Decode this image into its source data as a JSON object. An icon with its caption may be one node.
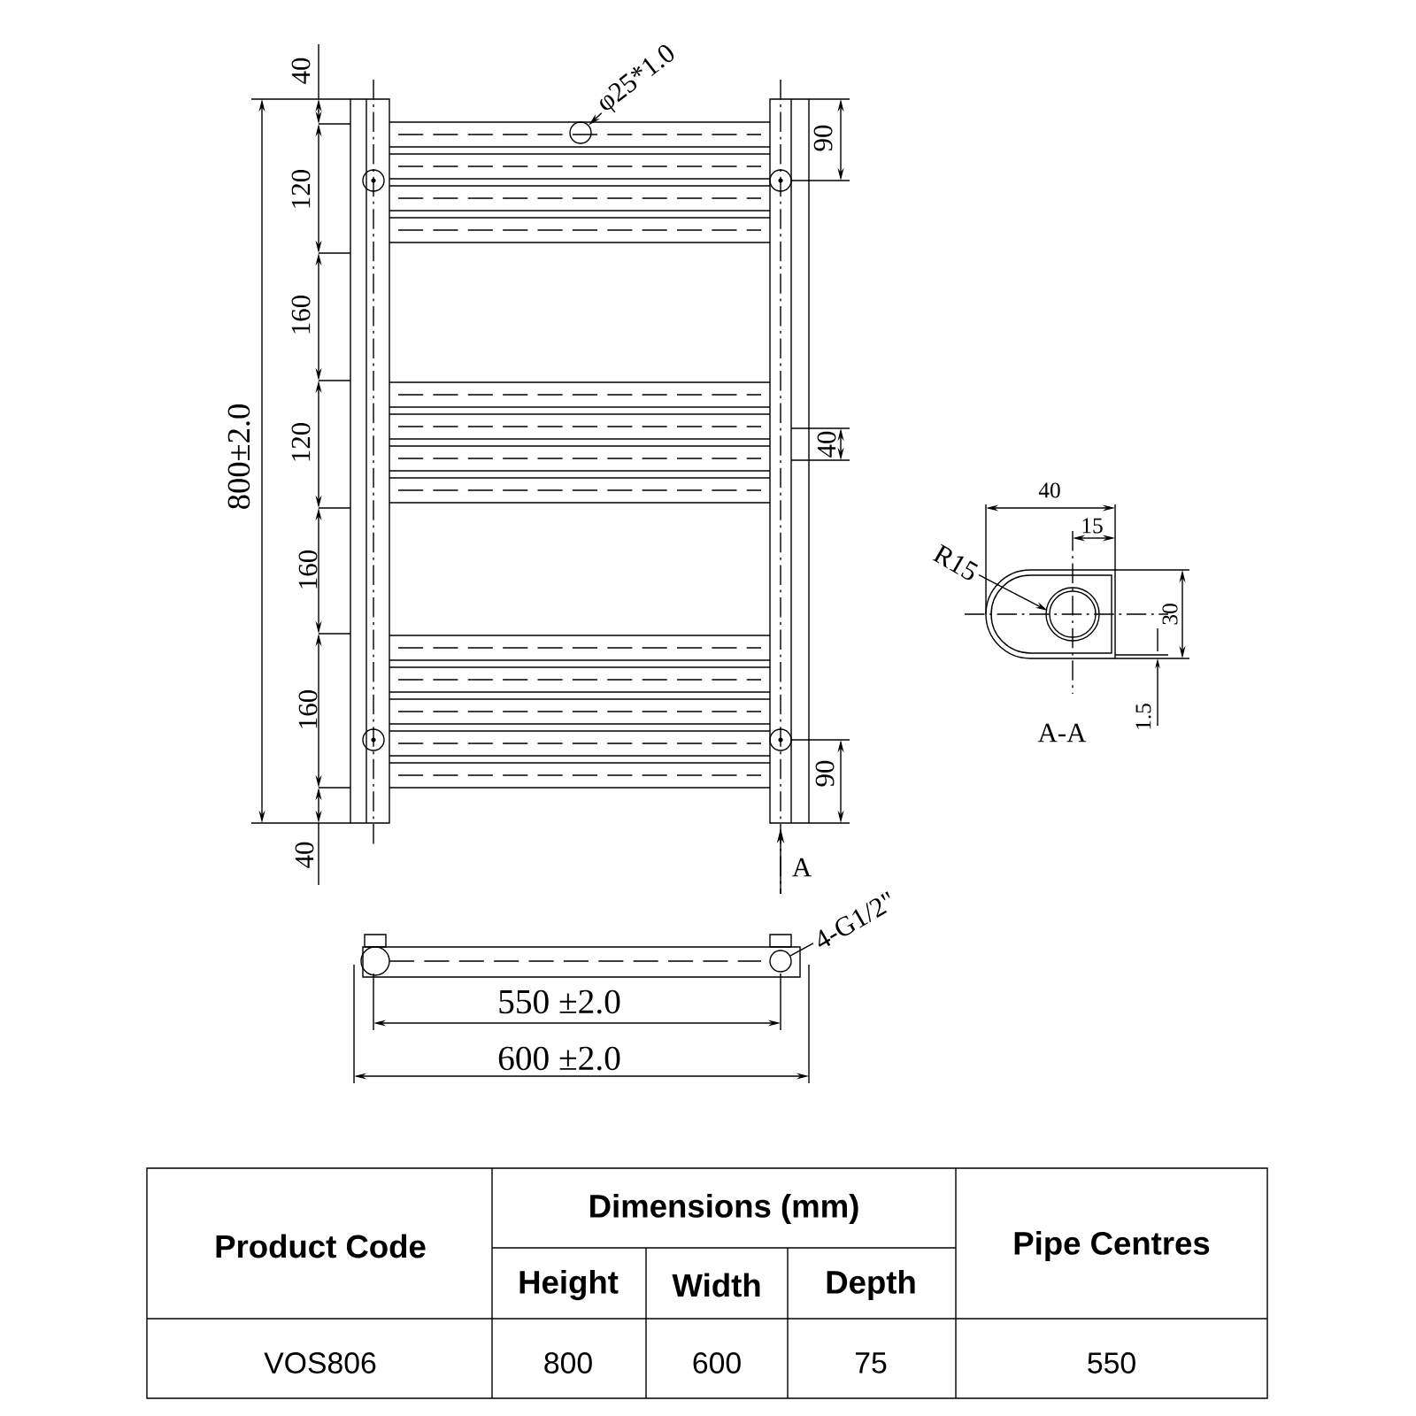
{
  "diagram": {
    "nodes": [
      {
        "text": [
          "φ25*1.0"
        ]
      },
      {
        "text": [],
        "shape": "circle"
      },
      {
        "text": [
          "R15"
        ]
      },
      {
        "text": [
          "4-G1/2\""
        ]
      },
      {
        "text": [],
        "shape": "circle"
      }
    ],
    "edges": [
      {
        "from": 0,
        "to": 1,
        "arrow": "to"
      },
      {
        "from": 2,
        "to": null,
        "arrow": "to"
      },
      {
        "from": 3,
        "to": 4,
        "arrow": "none"
      }
    ],
    "labels": [
      "40",
      "120",
      "160",
      "120",
      "160",
      "160",
      "40",
      "800±2.0",
      "90",
      "40",
      "90",
      "A",
      "40",
      "15",
      "30",
      "1.5",
      "A-A",
      "550 ±2.0",
      "600 ±2.0",
      "Product Code",
      "Dimensions (mm)",
      "Pipe Centres",
      "Height",
      "Width",
      "Depth",
      "VOS806",
      "800",
      "600",
      "75",
      "550"
    ]
  }
}
